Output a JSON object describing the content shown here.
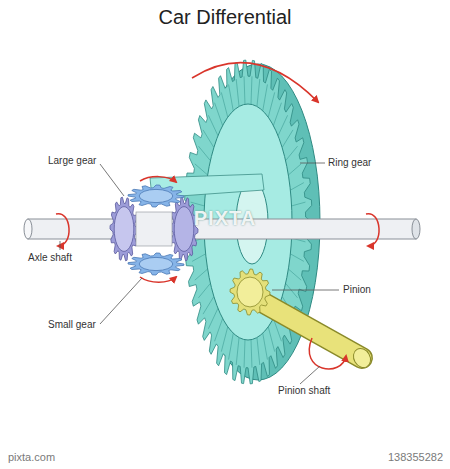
{
  "diagram": {
    "title": "Car Differential",
    "labels": [
      "Large gear",
      "Ring gear",
      "Axle shaft",
      "Pinion",
      "Small gear",
      "Pinion shaft",
      "PIXTA",
      "pixta.com",
      "138355282"
    ]
  }
}
